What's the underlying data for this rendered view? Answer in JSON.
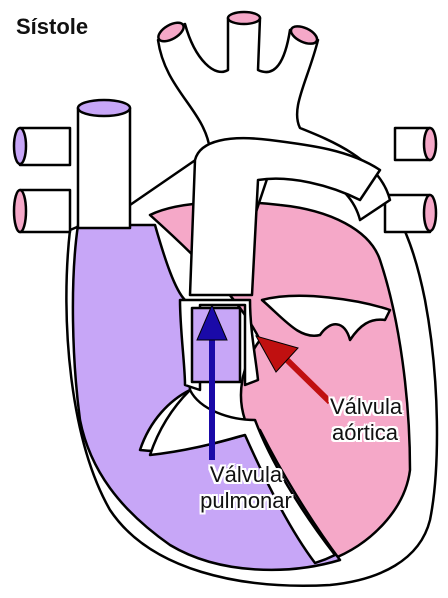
{
  "title": "Sístole",
  "labels": {
    "aortic_valve": [
      "Válvula",
      "aórtica"
    ],
    "pulmonary_valve": [
      "Válvula",
      "pulmonar"
    ]
  },
  "colors": {
    "outline": "#000000",
    "right_side": "#c7a6f7",
    "left_side": "#f5a8c8",
    "vessel_fill": "#ffffff",
    "pulmonary_arrow": "#1a0aa8",
    "aortic_arrow": "#c01010"
  }
}
